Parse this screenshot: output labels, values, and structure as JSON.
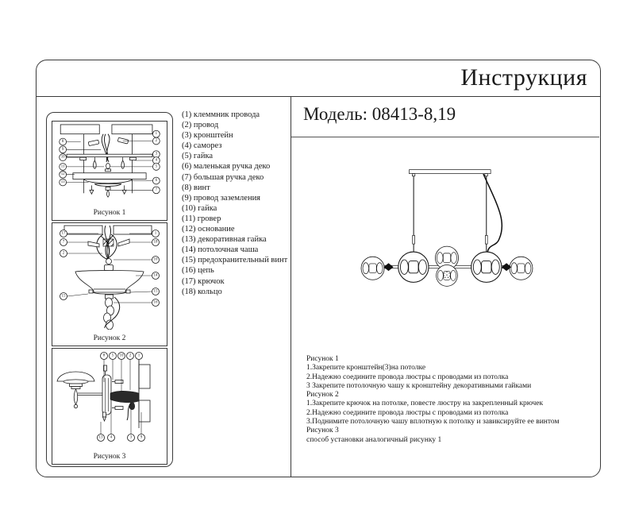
{
  "header": {
    "title": "Инструкция"
  },
  "model": {
    "label": "Модель: 08413-8,19"
  },
  "parts_list": {
    "items": [
      "(1) клеммник провода",
      "(2) провод",
      "(3) кронштейн",
      "(4) саморез",
      "(5) гайка",
      "(6) маленькая ручка деко",
      "(7) большая ручка деко",
      "(8) винт",
      "(9) провод заземления",
      "(10) гайка",
      "(11) гровер",
      "(12) основание",
      "(13) декоративная гайка",
      "(14) потолочная чаша",
      "(15) предохранительный винт",
      "(16) цепь",
      "(17) крючок",
      "(18) кольцо"
    ]
  },
  "figures": [
    {
      "caption": "Рисунок 1",
      "callouts_left": [
        "8",
        "9",
        "10",
        "11",
        "12",
        "13"
      ],
      "callouts_right": [
        "1",
        "2",
        "3",
        "4",
        "5",
        "6",
        "7"
      ]
    },
    {
      "caption": "Рисунок 2",
      "callouts_left": [
        "17",
        "7",
        "2",
        "15"
      ],
      "callouts_right": [
        "1",
        "18",
        "10",
        "14",
        "15",
        "16"
      ]
    },
    {
      "caption": "Рисунок 3",
      "callouts_top": [
        "8",
        "5",
        "10",
        "2",
        "1"
      ],
      "callouts_bottom": [
        "13",
        "4",
        "3",
        "9"
      ]
    }
  ],
  "instructions": {
    "lines": [
      "Рисунок 1",
      "1.Закрепите кронштейн(3)на потолке",
      "2.Надежно соедините провода люстры с проводами из потолка",
      "3 Закрепите потолочную чашу к кронштейну декоративными гайками",
      "Рисунок 2",
      "1.Закрепите крючок на потолке, повесте люстру на закрепленный крючек",
      "2.Надежно соедините провода люстры с проводами из потолка",
      "3.Поднимите потолочную чашу вплотную к потолку и завиксируйте ее винтом",
      "Рисунок 3",
      "способ установки аналогичный рисунку 1"
    ]
  },
  "illustration": "chandelier-line-drawing",
  "colors": {
    "ink": "#1a1a1a",
    "background": "#ffffff"
  }
}
